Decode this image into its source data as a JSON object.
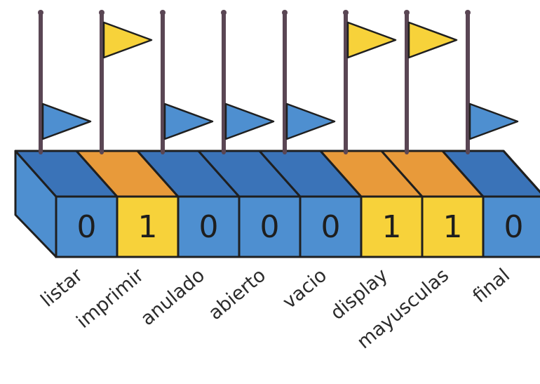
{
  "colors": {
    "off_face": "#4e8fd0",
    "off_top": "#3a73b8",
    "on_face": "#f7d23a",
    "on_top": "#e89a3a",
    "outline": "#1f1f1f",
    "pole": "#5a4654",
    "flag_up": "#f7d23a",
    "flag_down": "#4e8fd0"
  },
  "bits": [
    {
      "label": "listar",
      "value": "0"
    },
    {
      "label": "imprimir",
      "value": "1"
    },
    {
      "label": "anulado",
      "value": "0"
    },
    {
      "label": "abierto",
      "value": "0"
    },
    {
      "label": "vacio",
      "value": "0"
    },
    {
      "label": "display",
      "value": "1"
    },
    {
      "label": "mayusculas",
      "value": "1"
    },
    {
      "label": "final",
      "value": "0"
    }
  ]
}
